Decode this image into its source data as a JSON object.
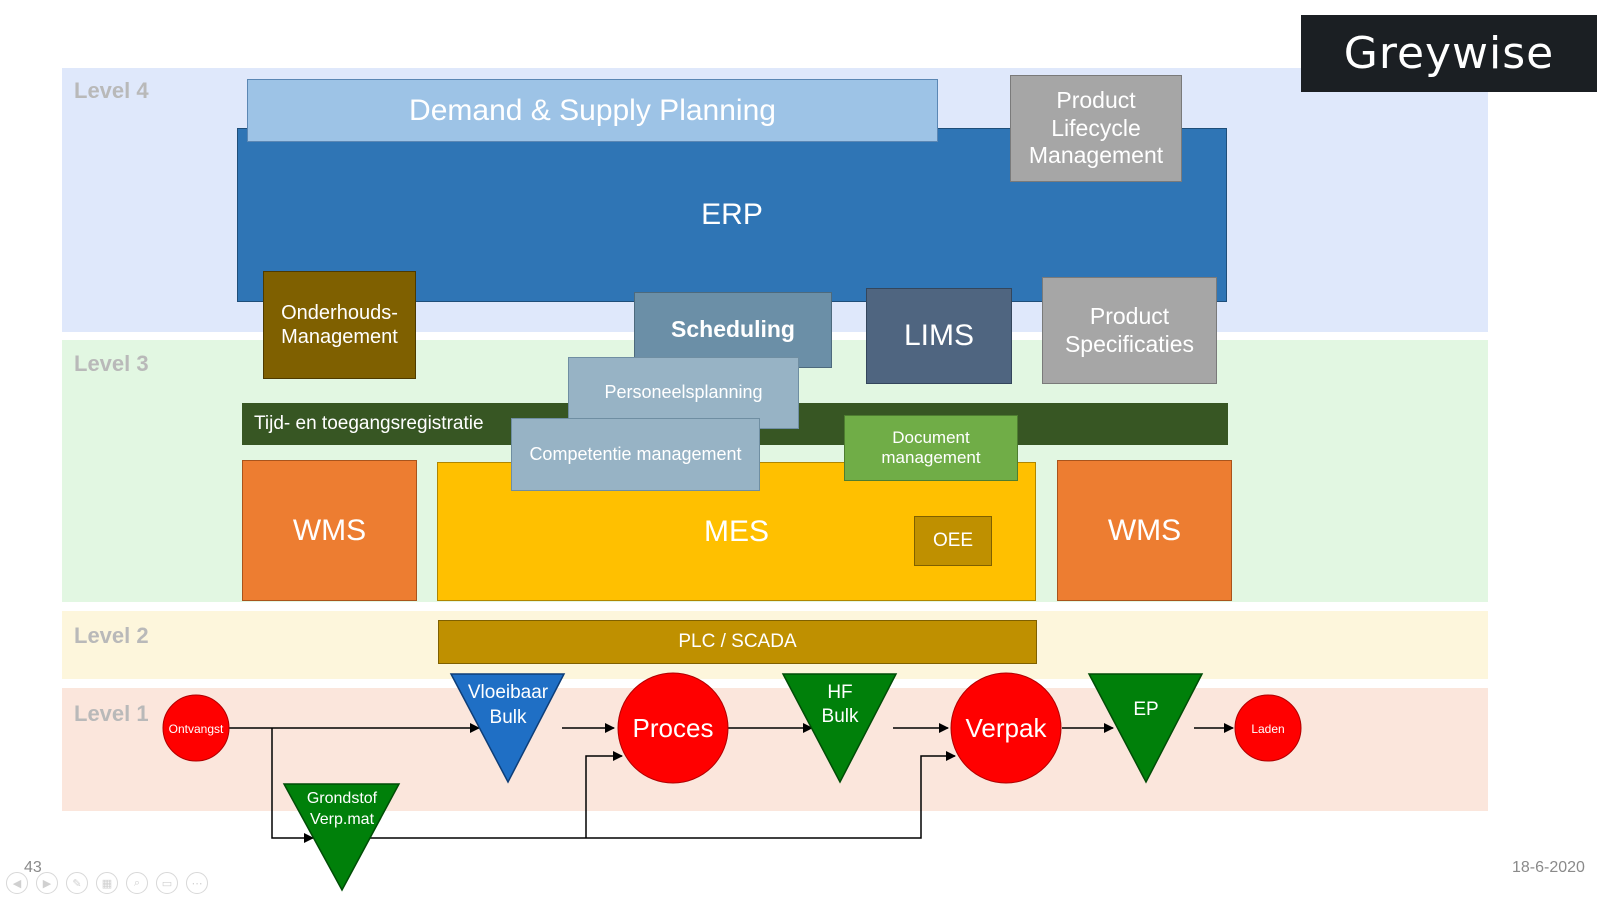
{
  "brand": {
    "logo_text": "Greywise"
  },
  "levels": {
    "level4": "Level 4",
    "level3": "Level 3",
    "level2": "Level 2",
    "level1": "Level 1"
  },
  "systems": {
    "demand_supply": "Demand & Supply Planning",
    "plm": "Product Lifecycle Management",
    "erp": "ERP",
    "onderhoud": "Onderhouds-Management",
    "scheduling": "Scheduling",
    "lims": "LIMS",
    "product_spec": "Product Specificaties",
    "personeel": "Personeelsplanning",
    "tijd": "Tijd- en toegangsregistratie",
    "competentie": "Competentie management",
    "document": "Document management",
    "wms_left": "WMS",
    "mes": "MES",
    "oee": "OEE",
    "wms_right": "WMS",
    "plc": "PLC / SCADA"
  },
  "flow": {
    "ontvangst": "Ontvangst",
    "vloeibaar_line1": "Vloeibaar",
    "vloeibaar_line2": "Bulk",
    "proces": "Proces",
    "hf_line1": "HF",
    "hf_line2": "Bulk",
    "verpak": "Verpak",
    "ep": "EP",
    "laden": "Laden",
    "grondstof_line1": "Grondstof",
    "grondstof_line2": "Verp.mat"
  },
  "footer": {
    "page_number": "43",
    "date": "18-6-2020"
  },
  "colors": {
    "level4_bg": "#dfe8fb",
    "level3_bg": "#e2f7e2",
    "level2_bg": "#fdf6dc",
    "level1_bg": "#fbe6dc",
    "erp": "#2f75b5",
    "demand_supply": "#9dc3e6",
    "grey_box": "#a6a6a6",
    "onderhoud": "#7f6000",
    "scheduling": "#6b8fa7",
    "lims": "#4f6580",
    "personeel": "#97b3c5",
    "tijd": "#375623",
    "document": "#70ad47",
    "wms": "#ed7d31",
    "mes": "#ffc000",
    "oee": "#bf9000",
    "plc": "#bf9000",
    "circle": "#ff0000",
    "triangle_green": "#00800a",
    "triangle_blue": "#1f6fc5"
  }
}
